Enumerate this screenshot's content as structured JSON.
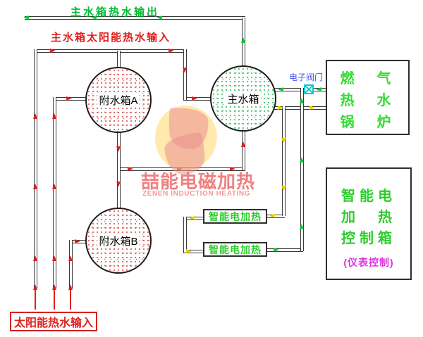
{
  "labels": {
    "main_tank_hot_output": "主水箱热水输出",
    "main_tank_solar_input": "主水箱太阳能热水输入",
    "electronic_valve": "电子阀门",
    "solar_hot_water_input": "太阳能热水输入"
  },
  "tanks": {
    "main": "主水箱",
    "aux_a": "附水箱A",
    "aux_b": "附水箱B"
  },
  "gas_boiler": {
    "line1": "燃　气",
    "line2": "热　水",
    "line3": "锅　炉"
  },
  "control_box": {
    "line1": "智能电",
    "line2": "加　热",
    "line3": "控制箱",
    "subtitle": "(仪表控制)"
  },
  "heaters": {
    "heater1": "智能电加热",
    "heater2": "智能电加热"
  },
  "watermark": {
    "brand": "喆能电磁加热",
    "tagline": "ZENEN INDUCTION HEATING"
  },
  "colors": {
    "hot_flow_green": "#00cc33",
    "solar_flow_red": "#e02020",
    "cold_flow_yellow": "#f0d000",
    "valve_cyan": "#00cccc",
    "valve_label_blue": "#4455ee",
    "boiler_text_green": "#35dd35",
    "control_subtitle_magenta": "#dd33dd",
    "watermark_pink": "#ea8f8f"
  }
}
